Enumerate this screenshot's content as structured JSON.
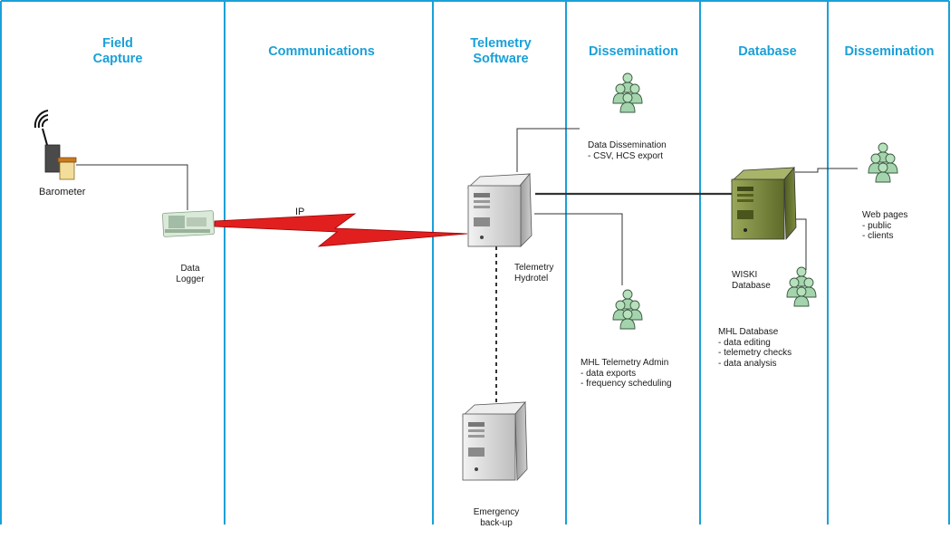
{
  "columns": [
    {
      "title_line1": "Field",
      "title_line2": "Capture"
    },
    {
      "title_line1": "Communications",
      "title_line2": ""
    },
    {
      "title_line1": "Telemetry",
      "title_line2": "Software"
    },
    {
      "title_line1": "Dissemination",
      "title_line2": ""
    },
    {
      "title_line1": "Database",
      "title_line2": ""
    },
    {
      "title_line1": "Dissemination",
      "title_line2": ""
    }
  ],
  "nodes": {
    "barometer": {
      "label": "Barometer"
    },
    "data_logger": {
      "line1": "Data",
      "line2": "Logger"
    },
    "ip_link": {
      "label": "IP"
    },
    "telemetry_server": {
      "line1": "Telemetry",
      "line2": "Hydrotel"
    },
    "backup_server": {
      "line1": "Emergency",
      "line2": "back-up"
    },
    "data_dissemination": {
      "line1": "Data Dissemination",
      "line2": "- CSV, HCS export"
    },
    "telemetry_admin": {
      "line1": "MHL Telemetry Admin",
      "line2": "- data exports",
      "line3": "- frequency scheduling"
    },
    "wiski_db": {
      "line1": "WISKI",
      "line2": "Database"
    },
    "mhl_database": {
      "line1": "MHL Database",
      "line2": "- data editing",
      "line3": "- telemetry checks",
      "line4": "- data analysis"
    },
    "web_pages": {
      "line1": "Web pages",
      "line2": "- public",
      "line3": "- clients"
    }
  },
  "colors": {
    "frame": "#1aa0d8",
    "title": "#1aa0d8",
    "lightning": "#e02020",
    "server_grey": "#d8d8d8",
    "server_db": "#7a8a3a",
    "people": "#a8d8b0"
  },
  "icons": [
    "antenna-icon",
    "barometer-icon",
    "data-logger-icon",
    "server-icon",
    "database-server-icon",
    "user-group-icon",
    "lightning-icon"
  ]
}
